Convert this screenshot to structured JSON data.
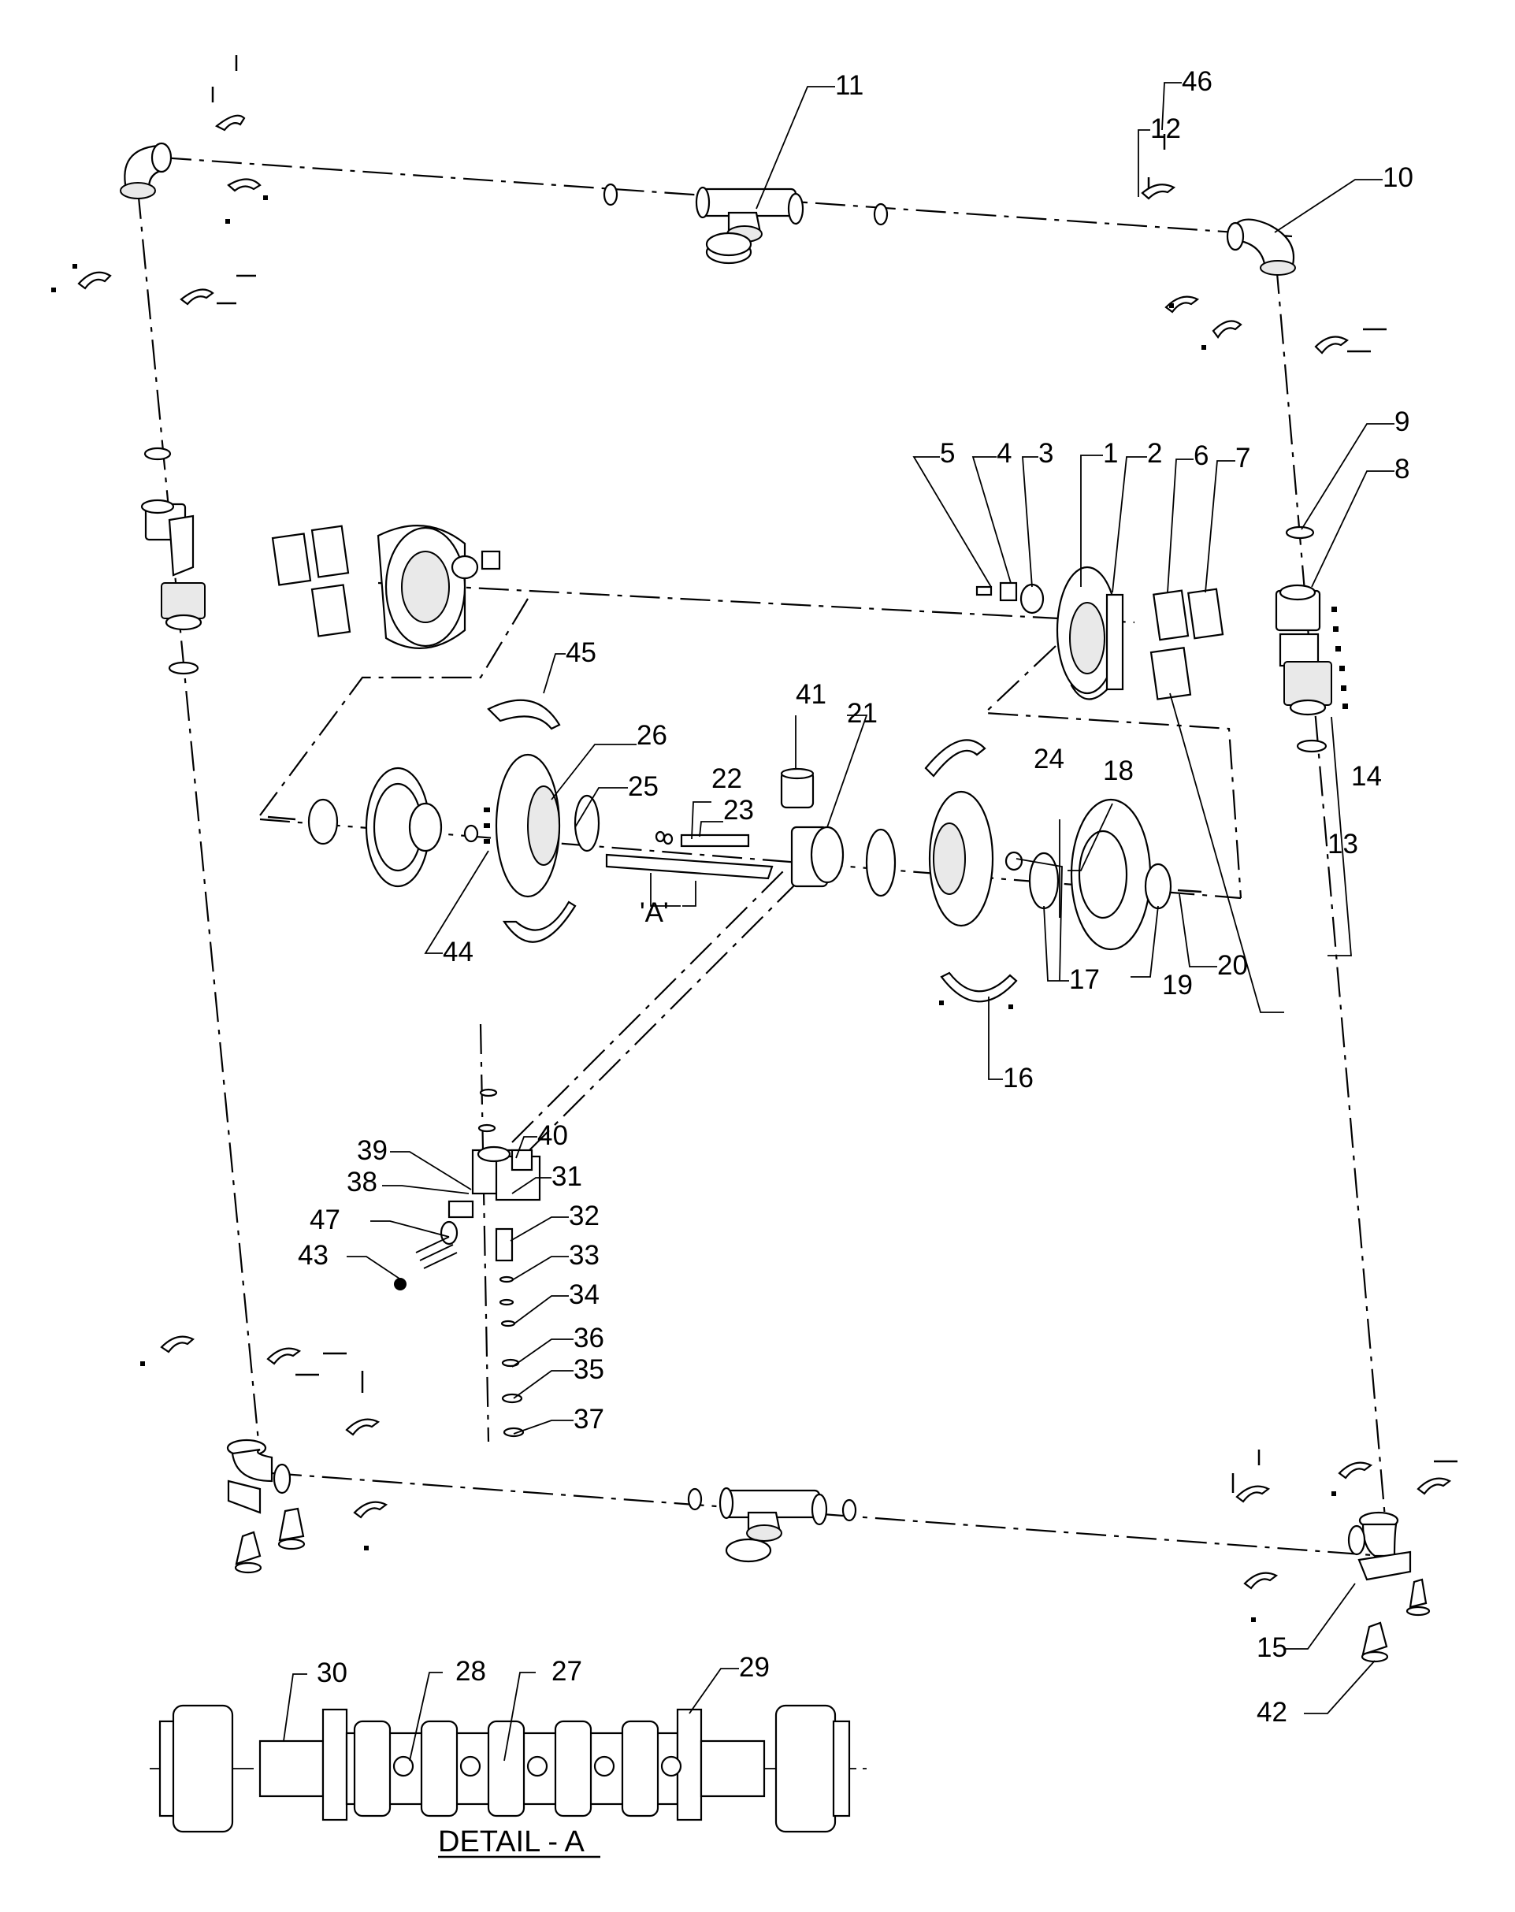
{
  "diagram": {
    "callouts": [
      "1",
      "2",
      "3",
      "4",
      "5",
      "6",
      "7",
      "8",
      "9",
      "10",
      "11",
      "12",
      "13",
      "14",
      "15",
      "16",
      "17",
      "18",
      "19",
      "20",
      "21",
      "22",
      "23",
      "24",
      "25",
      "26",
      "27",
      "28",
      "29",
      "30",
      "31",
      "32",
      "33",
      "34",
      "35",
      "36",
      "37",
      "38",
      "39",
      "40",
      "41",
      "42",
      "43",
      "44",
      "45",
      "46",
      "47"
    ],
    "detail_ref": "'A'",
    "detail_title": "DETAIL - A"
  }
}
